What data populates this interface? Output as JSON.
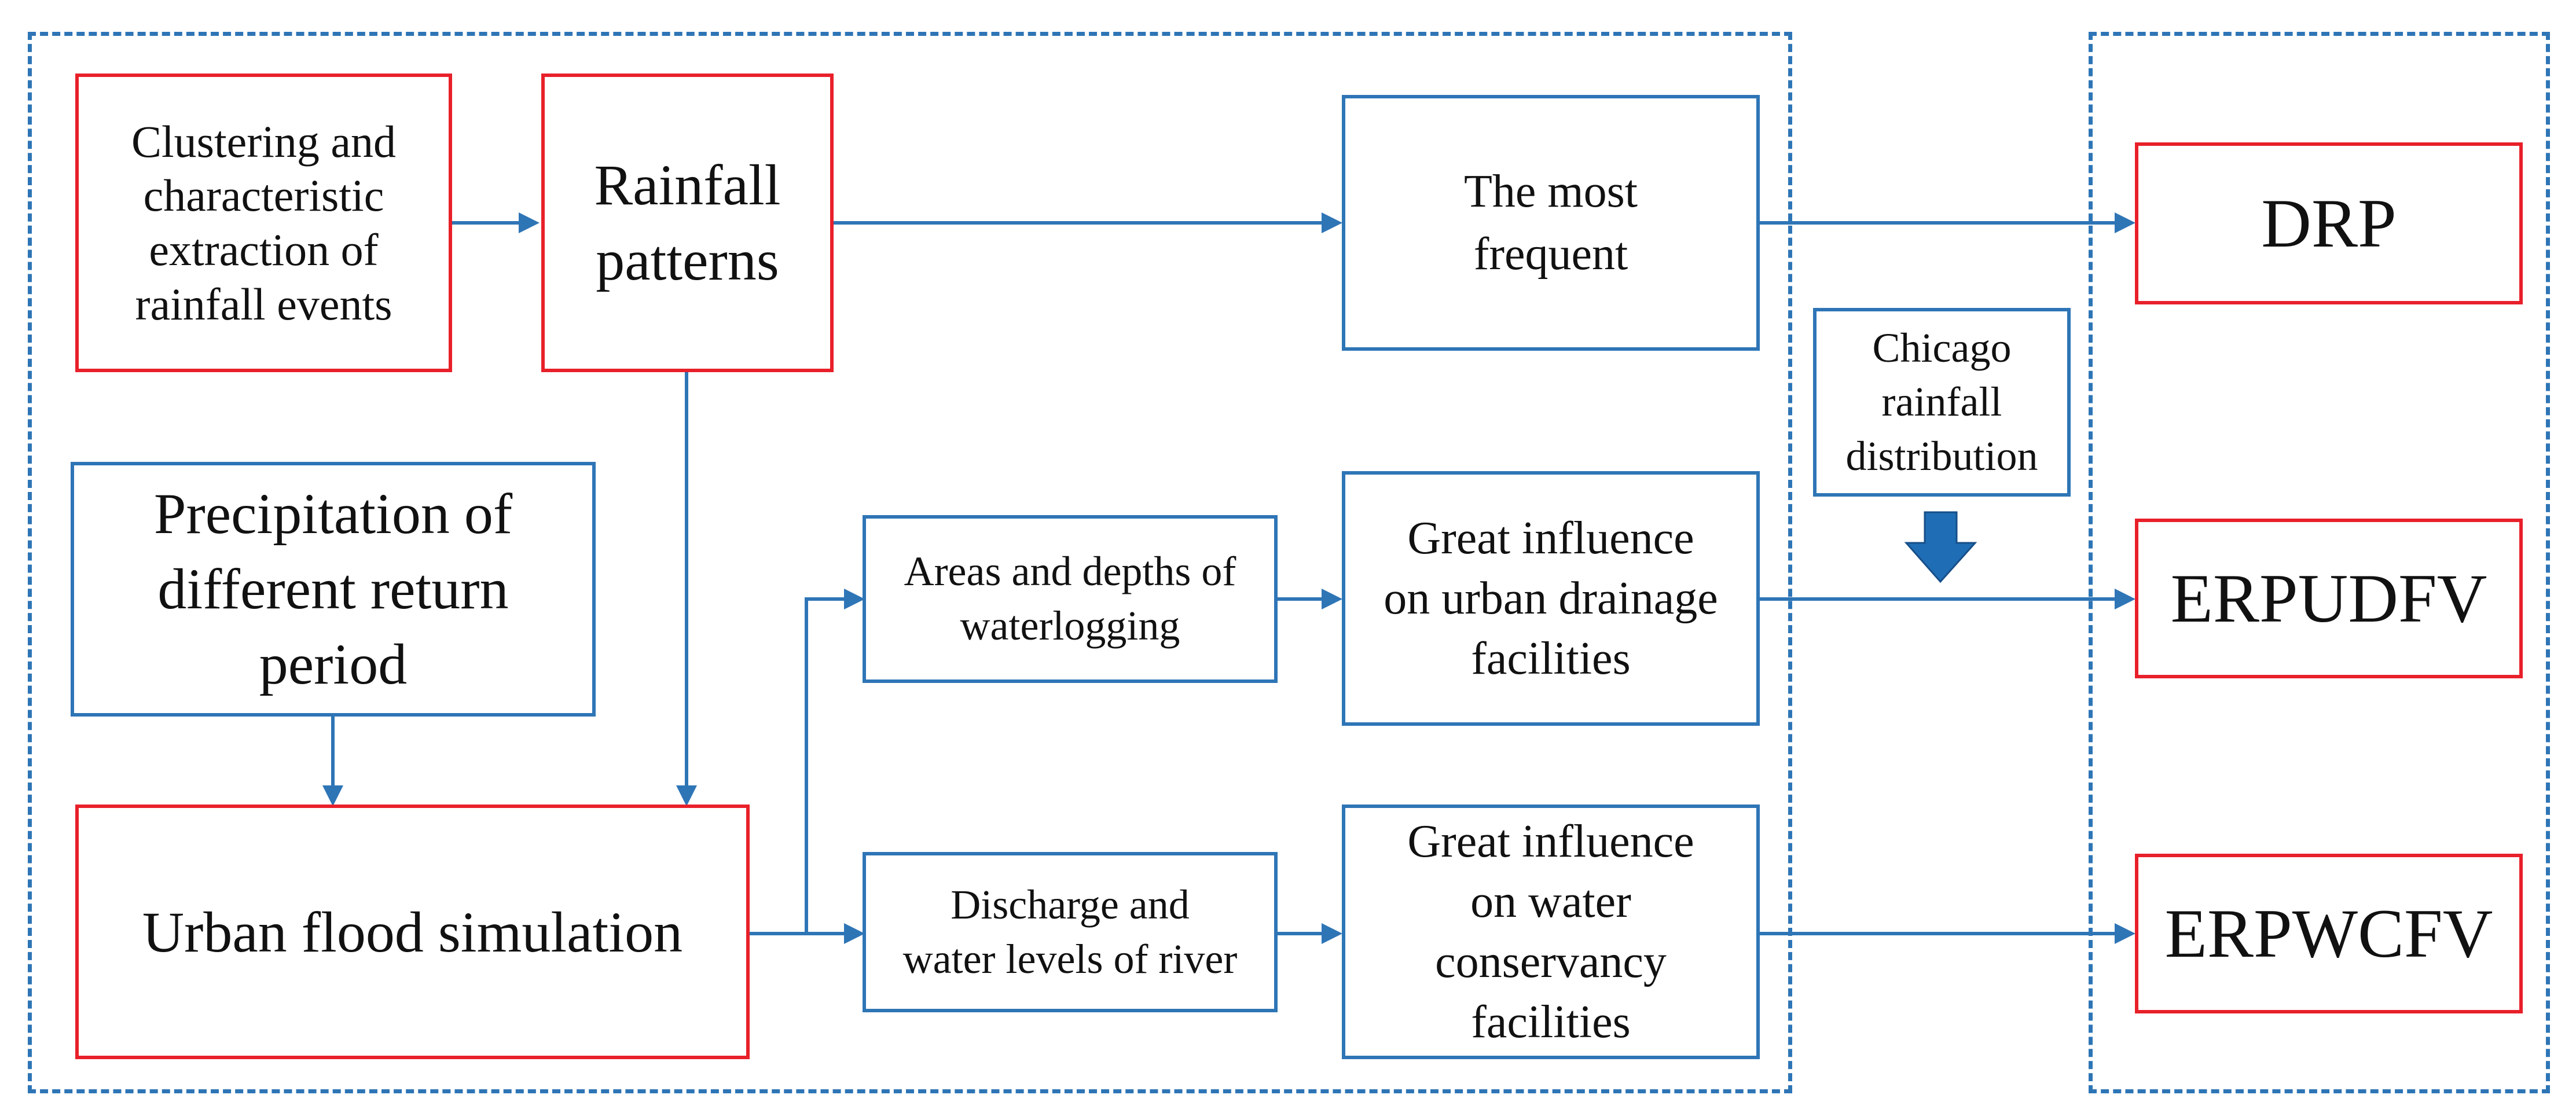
{
  "colors": {
    "process_border": "#E8202A",
    "info_border": "#2E75B6",
    "arrow": "#2E75B6"
  },
  "nodes": {
    "clustering": "Clustering and\ncharacteristic\nextraction of\nrainfall events",
    "patterns": "Rainfall\npatterns",
    "most_frequent": "The most\nfrequent",
    "precipitation": "Precipitation of\ndifferent return\nperiod",
    "simulation": "Urban flood simulation",
    "waterlogging": "Areas and depths of\nwaterlogging",
    "discharge": "Discharge and\nwater levels of river",
    "drainage_influence": "Great influence\non urban drainage\nfacilities",
    "conservancy_influence": "Great influence\non water\nconservancy\nfacilities",
    "chicago": "Chicago\nrainfall\ndistribution",
    "drp": "DRP",
    "erpudfv": "ERPUDFV",
    "erpwcfv": "ERPWCFV"
  },
  "edges": [
    {
      "from": "clustering",
      "to": "patterns"
    },
    {
      "from": "patterns",
      "to": "most_frequent"
    },
    {
      "from": "most_frequent",
      "to": "drp"
    },
    {
      "from": "patterns",
      "to": "simulation"
    },
    {
      "from": "precipitation",
      "to": "simulation"
    },
    {
      "from": "simulation",
      "to": "waterlogging"
    },
    {
      "from": "simulation",
      "to": "discharge"
    },
    {
      "from": "waterlogging",
      "to": "drainage_influence"
    },
    {
      "from": "discharge",
      "to": "conservancy_influence"
    },
    {
      "from": "drainage_influence",
      "to": "erpudfv"
    },
    {
      "from": "conservancy_influence",
      "to": "erpwcfv"
    },
    {
      "from": "chicago",
      "to": "erpudfv"
    }
  ]
}
